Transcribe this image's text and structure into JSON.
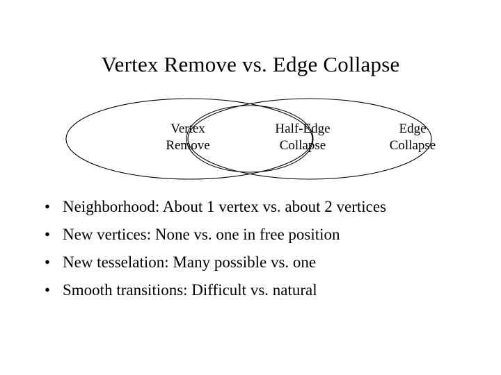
{
  "slide": {
    "title": "Vertex Remove vs. Edge Collapse",
    "background_color": "#ffffff",
    "text_color": "#000000"
  },
  "venn": {
    "stroke_color": "#000000",
    "fill_color": "none",
    "regions": [
      {
        "id": "vertex-remove",
        "label_line1": "Vertex",
        "label_line2": "Remove"
      },
      {
        "id": "half-edge-collapse",
        "label_line1": "Half-Edge",
        "label_line2": "Collapse"
      },
      {
        "id": "edge-collapse",
        "label_line1": "Edge",
        "label_line2": "Collapse"
      }
    ]
  },
  "bullets": {
    "marker": "•",
    "items": [
      {
        "text": "Neighborhood: About 1 vertex vs. about 2 vertices"
      },
      {
        "text": "New vertices: None vs. one in free position"
      },
      {
        "text": "New tesselation: Many possible vs. one"
      },
      {
        "text": "Smooth transitions: Difficult vs. natural"
      }
    ]
  }
}
